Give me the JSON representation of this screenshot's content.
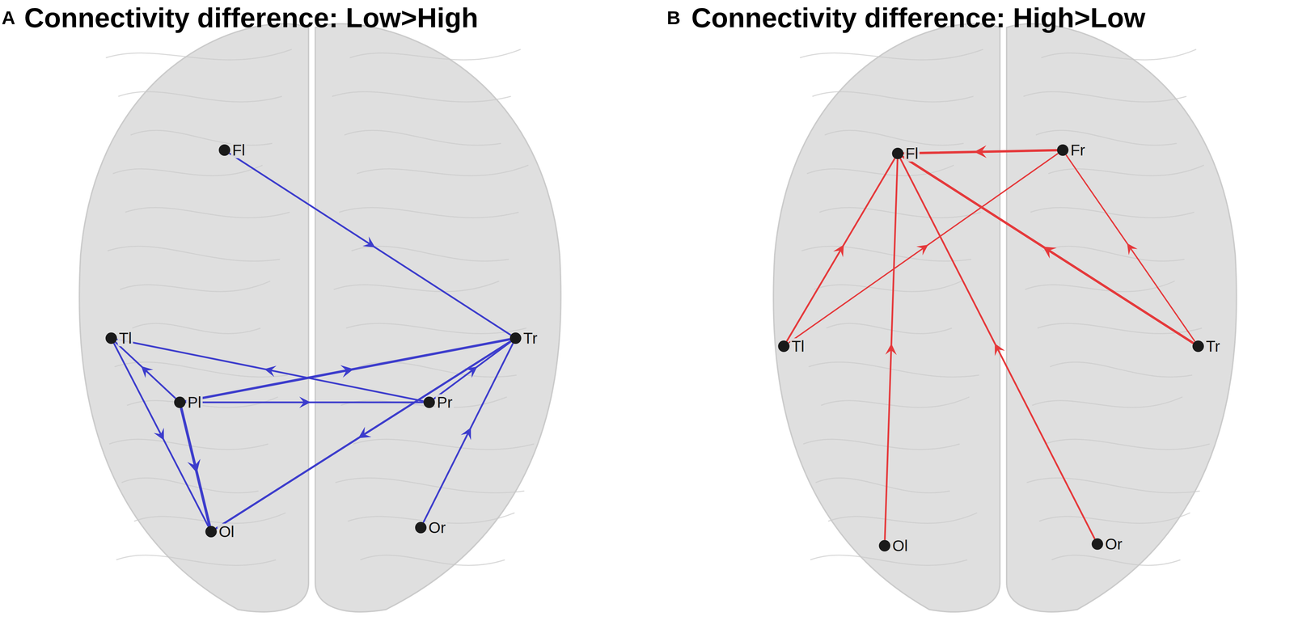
{
  "diagram": {
    "nodes": [
      {
        "text": [
          "Fl"
        ]
      },
      {
        "text": [
          "Tl"
        ]
      },
      {
        "text": [
          "Tr"
        ]
      },
      {
        "text": [
          "Pl"
        ]
      },
      {
        "text": [
          "Pr"
        ]
      },
      {
        "text": [
          "Ol"
        ]
      },
      {
        "text": [
          "Or"
        ]
      },
      {
        "text": [
          "Fl"
        ]
      },
      {
        "text": [
          "Fr"
        ]
      },
      {
        "text": [
          "Tl"
        ]
      },
      {
        "text": [
          "Tr"
        ]
      },
      {
        "text": [
          "Ol"
        ]
      },
      {
        "text": [
          "Or"
        ]
      }
    ],
    "edges": [
      {
        "from": 0,
        "to": 2,
        "arrow": "to"
      },
      {
        "from": 4,
        "to": 1,
        "arrow": "to"
      },
      {
        "from": 3,
        "to": 2,
        "arrow": "to"
      },
      {
        "from": 3,
        "to": 4,
        "arrow": "to"
      },
      {
        "from": 3,
        "to": 1,
        "arrow": "to"
      },
      {
        "from": 1,
        "to": 5,
        "arrow": "to"
      },
      {
        "from": 3,
        "to": 5,
        "arrow": "to"
      },
      {
        "from": 2,
        "to": 5,
        "arrow": "to"
      },
      {
        "from": 4,
        "to": 2,
        "arrow": "to"
      },
      {
        "from": 6,
        "to": 2,
        "arrow": "to"
      },
      {
        "from": 8,
        "to": 7,
        "arrow": "to"
      },
      {
        "from": 9,
        "to": 7,
        "arrow": "to"
      },
      {
        "from": 9,
        "to": 8,
        "arrow": "to"
      },
      {
        "from": 11,
        "to": 7,
        "arrow": "to"
      },
      {
        "from": 12,
        "to": 7,
        "arrow": "to"
      },
      {
        "from": 10,
        "to": 7,
        "arrow": "to"
      },
      {
        "from": 10,
        "to": 8,
        "arrow": "to"
      }
    ],
    "labels": [
      "A",
      "Connectivity difference: Low>High",
      "B",
      "Connectivity difference: High>Low"
    ]
  }
}
